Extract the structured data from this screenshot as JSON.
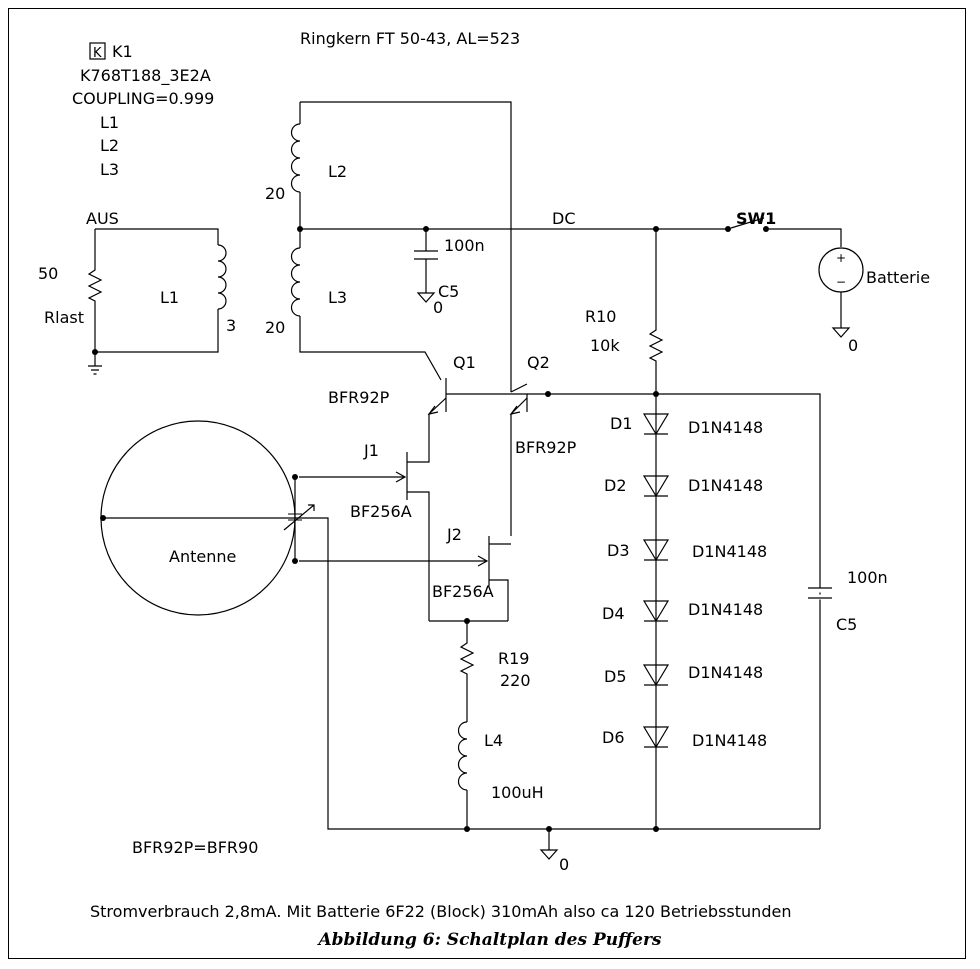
{
  "header": {
    "core": "Ringkern FT 50-43, AL=523"
  },
  "coupling": {
    "box": "K",
    "name": "K1",
    "part": "K768T188_3E2A",
    "value": "COUPLING=0.999",
    "coils": [
      "L1",
      "L2",
      "L3"
    ]
  },
  "load": {
    "net": "AUS",
    "value": "50",
    "name": "Rlast",
    "coil": "L1",
    "turns": "3"
  },
  "transformer": {
    "l2_name": "L2",
    "l2_turns": "20",
    "l3_name": "L3",
    "l3_turns": "20"
  },
  "c5_top": {
    "value": "100n",
    "name": "C5",
    "gnd": "0"
  },
  "dc_net": "DC",
  "switch": "SW1",
  "battery": {
    "name": "Batterie",
    "plus": "+",
    "minus": "−",
    "gnd": "0"
  },
  "r10": {
    "name": "R10",
    "value": "10k"
  },
  "q1": {
    "name": "Q1",
    "type": "BFR92P"
  },
  "q2": {
    "name": "Q2",
    "type": "BFR92P"
  },
  "j1": {
    "name": "J1",
    "type": "BF256A"
  },
  "j2": {
    "name": "J2",
    "type": "BF256A"
  },
  "antenna": "Antenne",
  "diodes": [
    {
      "name": "D1",
      "type": "D1N4148"
    },
    {
      "name": "D2",
      "type": "D1N4148"
    },
    {
      "name": "D3",
      "type": "D1N4148"
    },
    {
      "name": "D4",
      "type": "D1N4148"
    },
    {
      "name": "D5",
      "type": "D1N4148"
    },
    {
      "name": "D6",
      "type": "D1N4148"
    }
  ],
  "c5_right": {
    "value": "100n",
    "name": "C5"
  },
  "r19": {
    "name": "R19",
    "value": "220"
  },
  "l4": {
    "name": "L4",
    "value": "100uH"
  },
  "gnd_bottom": "0",
  "equiv_note": "BFR92P=BFR90",
  "note": "Stromverbrauch 2,8mA. Mit Batterie 6F22 (Block) 310mAh also ca 120 Betriebsstunden",
  "caption": "Abbildung 6: Schaltplan des Puffers"
}
